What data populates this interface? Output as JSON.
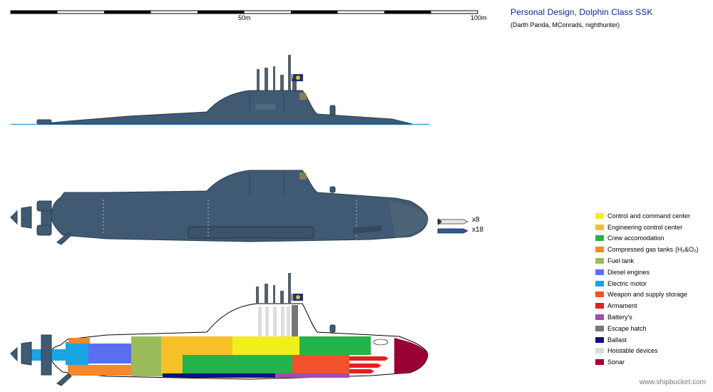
{
  "title": "Personal Design, Dolphin Class SSK",
  "credits": "(Darth Panda, MConrads, nighthunter)",
  "scale": {
    "mid_label": "50m",
    "end_label": "100m"
  },
  "weapons": [
    {
      "icon": "torpedo-icon",
      "count": "x8"
    },
    {
      "icon": "missile-icon",
      "count": "x18"
    }
  ],
  "legend": [
    {
      "label": "Control and command center",
      "color": "#f2ee1e"
    },
    {
      "label": "Engineering control center",
      "color": "#f6c028"
    },
    {
      "label": "Crew accomodation",
      "color": "#24b24a"
    },
    {
      "label": "Compressed gas tanks",
      "formula": "(H₂&O₂)",
      "color": "#f5882a"
    },
    {
      "label": "Fuel tank",
      "color": "#9cbb5a"
    },
    {
      "label": "Diesel engines",
      "color": "#5a6ef0"
    },
    {
      "label": "Electric motor",
      "color": "#19a4e4"
    },
    {
      "label": "Weapon and supply storage",
      "color": "#f2522a"
    },
    {
      "label": "Armament",
      "color": "#e81e1e"
    },
    {
      "label": "Battery's",
      "color": "#a04cb0"
    },
    {
      "label": "Escape hatch",
      "color": "#777777"
    },
    {
      "label": "Ballast",
      "color": "#101080"
    },
    {
      "label": "Hoistable devices",
      "color": "#dddddd"
    },
    {
      "label": "Sonar",
      "color": "#990036"
    }
  ],
  "watermark": "www.shipbucket.com",
  "colors": {
    "hull": "#3f5a72",
    "hull_dark": "#2c4156",
    "waterline": "#3aa3e6"
  }
}
